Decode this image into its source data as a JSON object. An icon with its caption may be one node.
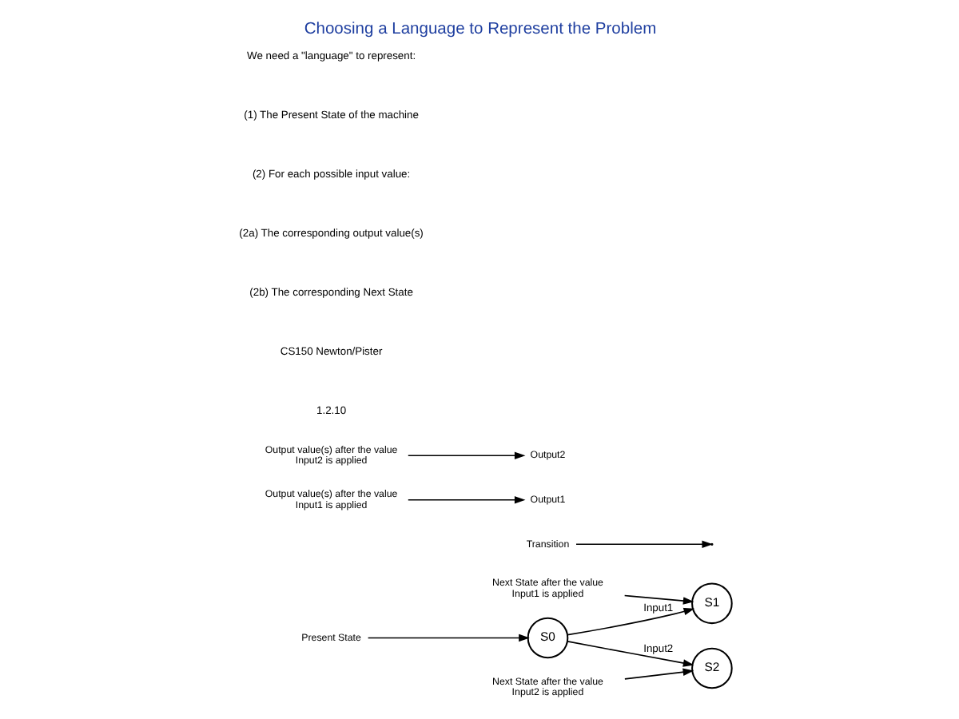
{
  "diagram": {
    "title": "Choosing a Language to Represent the Problem",
    "nodes": [
      {
        "text": [
          "S0"
        ]
      },
      {
        "text": [
          "S1"
        ]
      },
      {
        "text": [
          "S2"
        ]
      },
      {
        "text": [
          "Present State"
        ]
      },
      {
        "text": [
          "Transition"
        ]
      },
      {
        "text": [
          "Output1"
        ]
      },
      {
        "text": [
          "Output2"
        ]
      },
      {
        "text": [
          "Next State after the value Input1 is applied"
        ]
      },
      {
        "text": [
          "Output value(s) after the value Input1 is applied"
        ]
      },
      {
        "text": [
          "Output value(s) after the value Input2 is applied"
        ]
      },
      {
        "text": [
          "Next State after the value Input2 is applied"
        ]
      }
    ],
    "edges": [
      {
        "from": 0,
        "to": 1,
        "arrow": "to",
        "label": "Input1"
      },
      {
        "from": 0,
        "to": 2,
        "arrow": "to",
        "label": "Input2"
      },
      {
        "from": 3,
        "to": 0,
        "arrow": "to"
      },
      {
        "from": 4,
        "to": null,
        "arrow": "to"
      },
      {
        "from": 7,
        "to": 1,
        "arrow": "to"
      },
      {
        "from": 8,
        "to": 5,
        "arrow": "to"
      },
      {
        "from": 9,
        "to": 6,
        "arrow": "to"
      },
      {
        "from": 10,
        "to": 2,
        "arrow": "to"
      }
    ],
    "labels": [
      "We need a \"language\" to represent:",
      "(1) The Present State of the machine",
      "(2) For each possible input value:",
      "(2a) The corresponding output value(s)",
      "(2b) The corresponding Next State",
      "CS150 Newton/Pister",
      "1.2.10"
    ]
  }
}
